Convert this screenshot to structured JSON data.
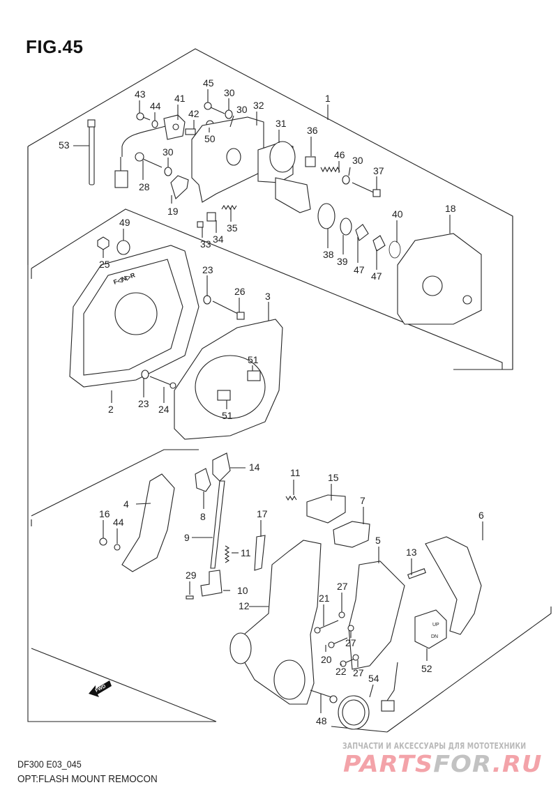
{
  "figure": {
    "title": "FIG.45",
    "code": "DF300 E03_045",
    "description": "OPT:FLASH MOUNT REMOCON"
  },
  "watermark": {
    "tagline": "ЗАПЧАСТИ И АКСЕССУАРЫ ДЛЯ МОТОТЕХНИКИ",
    "brand_part1": "PARTS",
    "brand_part2": "FOR",
    "brand_part3": ".RU",
    "colors": {
      "pink": "#f3a3a9",
      "gray": "#c2c2c2"
    }
  },
  "direction_marker": {
    "label": "FWD",
    "icon": "arrow-left-down"
  },
  "callouts": [
    {
      "id": "c1",
      "label": "1"
    },
    {
      "id": "c2",
      "label": "2"
    },
    {
      "id": "c3",
      "label": "3"
    },
    {
      "id": "c4",
      "label": "4"
    },
    {
      "id": "c5",
      "label": "5"
    },
    {
      "id": "c6",
      "label": "6"
    },
    {
      "id": "c7",
      "label": "7"
    },
    {
      "id": "c8",
      "label": "8"
    },
    {
      "id": "c9",
      "label": "9"
    },
    {
      "id": "c10",
      "label": "10"
    },
    {
      "id": "c11a",
      "label": "11"
    },
    {
      "id": "c11b",
      "label": "11"
    },
    {
      "id": "c12",
      "label": "12"
    },
    {
      "id": "c13",
      "label": "13"
    },
    {
      "id": "c14",
      "label": "14"
    },
    {
      "id": "c15",
      "label": "15"
    },
    {
      "id": "c16",
      "label": "16"
    },
    {
      "id": "c17",
      "label": "17"
    },
    {
      "id": "c18",
      "label": "18"
    },
    {
      "id": "c19",
      "label": "19"
    },
    {
      "id": "c20",
      "label": "20"
    },
    {
      "id": "c21",
      "label": "21"
    },
    {
      "id": "c22",
      "label": "22"
    },
    {
      "id": "c23a",
      "label": "23"
    },
    {
      "id": "c23b",
      "label": "23"
    },
    {
      "id": "c24",
      "label": "24"
    },
    {
      "id": "c25",
      "label": "25"
    },
    {
      "id": "c26",
      "label": "26"
    },
    {
      "id": "c27a",
      "label": "27"
    },
    {
      "id": "c27b",
      "label": "27"
    },
    {
      "id": "c27c",
      "label": "27"
    },
    {
      "id": "c28",
      "label": "28"
    },
    {
      "id": "c29",
      "label": "29"
    },
    {
      "id": "c30a",
      "label": "30"
    },
    {
      "id": "c30b",
      "label": "30"
    },
    {
      "id": "c30c",
      "label": "30"
    },
    {
      "id": "c30d",
      "label": "30"
    },
    {
      "id": "c31",
      "label": "31"
    },
    {
      "id": "c32",
      "label": "32"
    },
    {
      "id": "c33",
      "label": "33"
    },
    {
      "id": "c34",
      "label": "34"
    },
    {
      "id": "c35",
      "label": "35"
    },
    {
      "id": "c36",
      "label": "36"
    },
    {
      "id": "c37",
      "label": "37"
    },
    {
      "id": "c38",
      "label": "38"
    },
    {
      "id": "c39",
      "label": "39"
    },
    {
      "id": "c40",
      "label": "40"
    },
    {
      "id": "c41",
      "label": "41"
    },
    {
      "id": "c42",
      "label": "42"
    },
    {
      "id": "c43",
      "label": "43"
    },
    {
      "id": "c44a",
      "label": "44"
    },
    {
      "id": "c44b",
      "label": "44"
    },
    {
      "id": "c45",
      "label": "45"
    },
    {
      "id": "c46",
      "label": "46"
    },
    {
      "id": "c47a",
      "label": "47"
    },
    {
      "id": "c47b",
      "label": "47"
    },
    {
      "id": "c48",
      "label": "48"
    },
    {
      "id": "c49",
      "label": "49"
    },
    {
      "id": "c50",
      "label": "50"
    },
    {
      "id": "c51a",
      "label": "51"
    },
    {
      "id": "c51b",
      "label": "51"
    },
    {
      "id": "c52",
      "label": "52"
    },
    {
      "id": "c53",
      "label": "53"
    },
    {
      "id": "c54",
      "label": "54"
    }
  ],
  "shift_label": "F◁N▷R",
  "switch_labels": {
    "up": "UP",
    "down": "DN"
  }
}
